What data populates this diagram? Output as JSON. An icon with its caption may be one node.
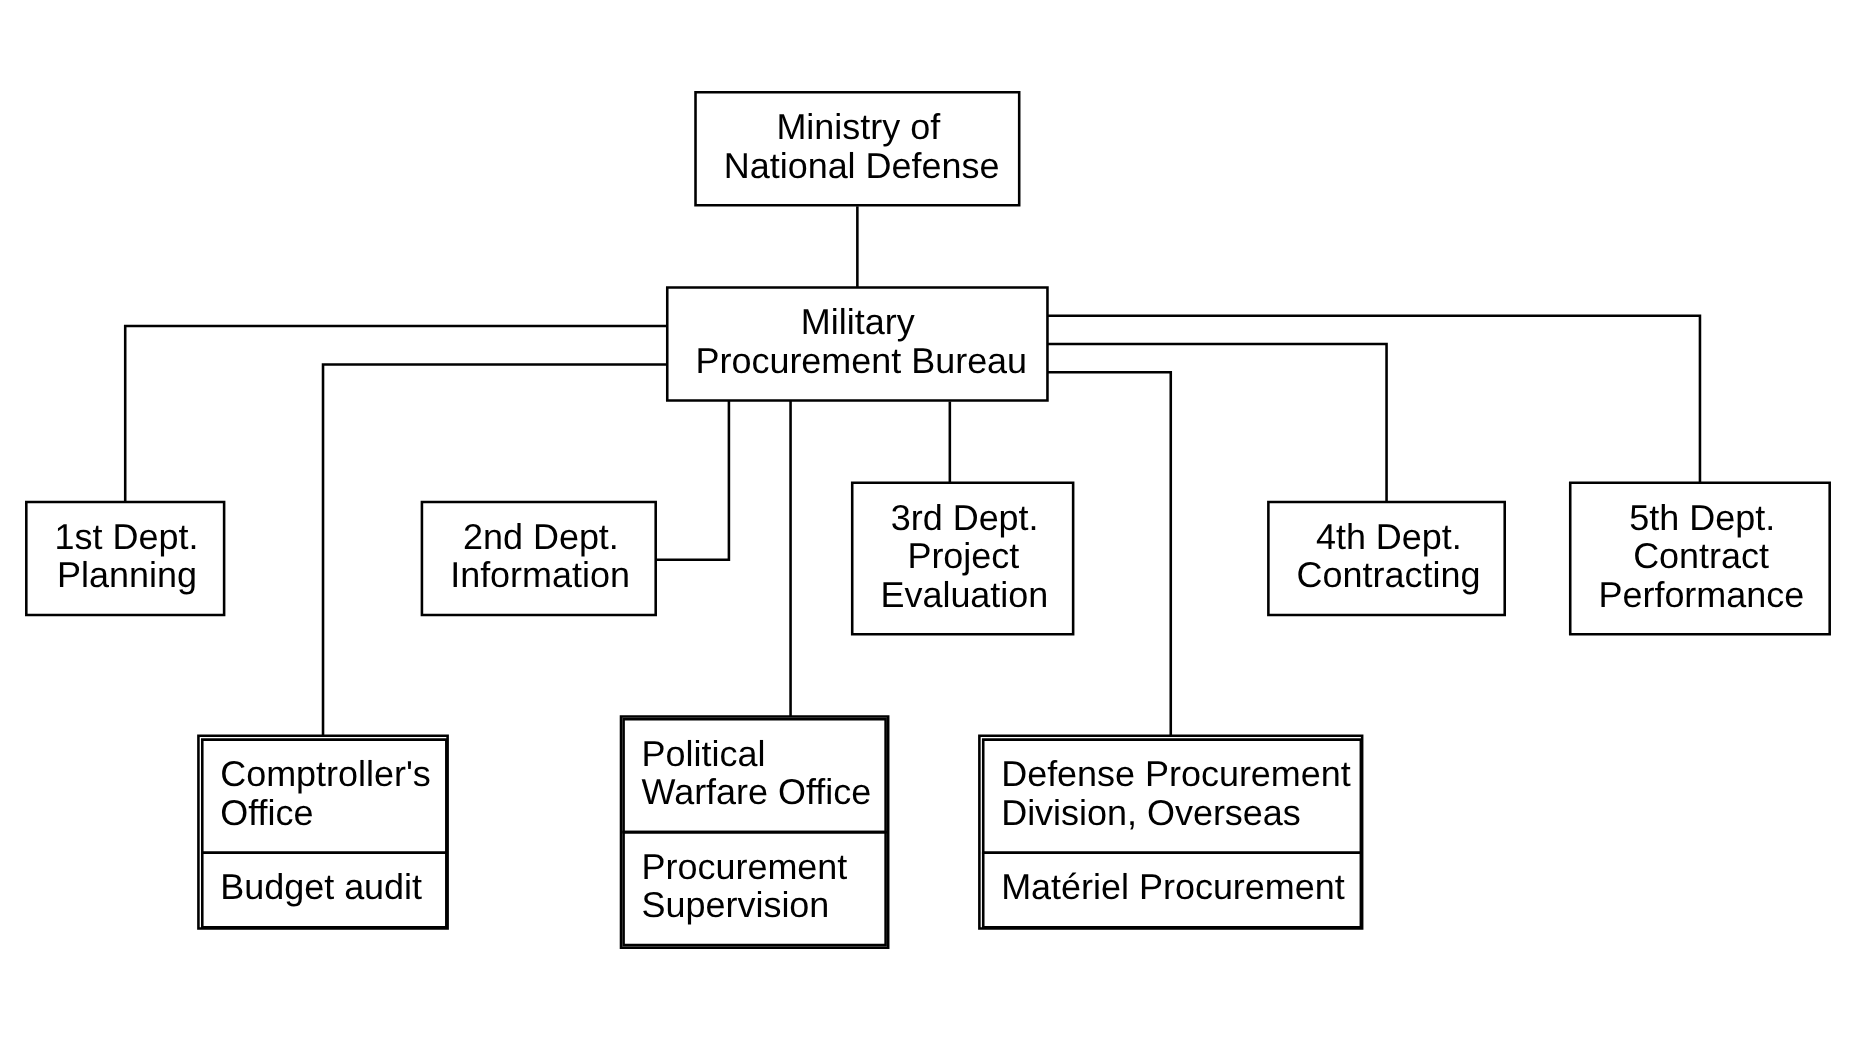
{
  "diagram": {
    "nodes": [
      {
        "text": [
          "Ministry of National Defense"
        ]
      },
      {
        "text": [
          "Military Procurement Bureau"
        ]
      },
      {
        "text": [
          "1st Dept. Planning"
        ]
      },
      {
        "text": [
          "2nd Dept. Information"
        ]
      },
      {
        "text": [
          "3rd Dept. Project Evaluation"
        ]
      },
      {
        "text": [
          "4th Dept. Contracting"
        ]
      },
      {
        "text": [
          "5th Dept. Contract Performance"
        ]
      },
      {
        "text": [
          "Comptroller's Office",
          "Budget audit"
        ]
      },
      {
        "text": [
          "Political Warfare Office",
          "Procurement Supervision"
        ]
      },
      {
        "text": [
          "Defense Procurement Division, Overseas",
          "Matériel Procurement"
        ]
      }
    ],
    "edges": [
      {
        "from": 0,
        "to": 1,
        "arrow": "none"
      },
      {
        "from": 1,
        "to": 2,
        "arrow": "none"
      },
      {
        "from": 1,
        "to": 7,
        "arrow": "none"
      },
      {
        "from": 1,
        "to": 3,
        "arrow": "none"
      },
      {
        "from": 1,
        "to": 8,
        "arrow": "none"
      },
      {
        "from": 1,
        "to": 4,
        "arrow": "none"
      },
      {
        "from": 1,
        "to": 9,
        "arrow": "none"
      },
      {
        "from": 1,
        "to": 5,
        "arrow": "none"
      },
      {
        "from": 1,
        "to": 6,
        "arrow": "none"
      }
    ]
  }
}
